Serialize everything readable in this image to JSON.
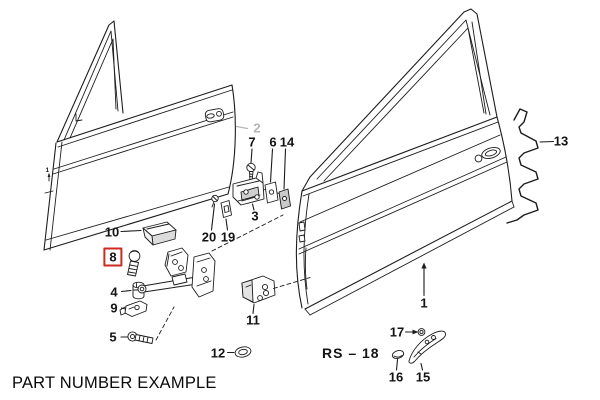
{
  "diagram": {
    "type": "exploded-parts-diagram",
    "subject": "front-door-assembly",
    "caption": "PART NUMBER EXAMPLE",
    "drawing_ref": "RS – 18",
    "door_edge_mark": "1",
    "highlighted_part": "8",
    "colors": {
      "highlight": "#cd2a21",
      "muted-label": "#b5b5b5",
      "line": "#1c1c1c"
    },
    "labels": [
      {
        "text": "1"
      },
      {
        "text": "2",
        "muted": true
      },
      {
        "text": "3"
      },
      {
        "text": "4"
      },
      {
        "text": "5"
      },
      {
        "text": "6"
      },
      {
        "text": "7"
      },
      {
        "text": "8",
        "highlighted": true
      },
      {
        "text": "9"
      },
      {
        "text": "10"
      },
      {
        "text": "11"
      },
      {
        "text": "12"
      },
      {
        "text": "13"
      },
      {
        "text": "14"
      },
      {
        "text": "15"
      },
      {
        "text": "16"
      },
      {
        "text": "17"
      },
      {
        "text": "19"
      },
      {
        "text": "20"
      }
    ]
  }
}
